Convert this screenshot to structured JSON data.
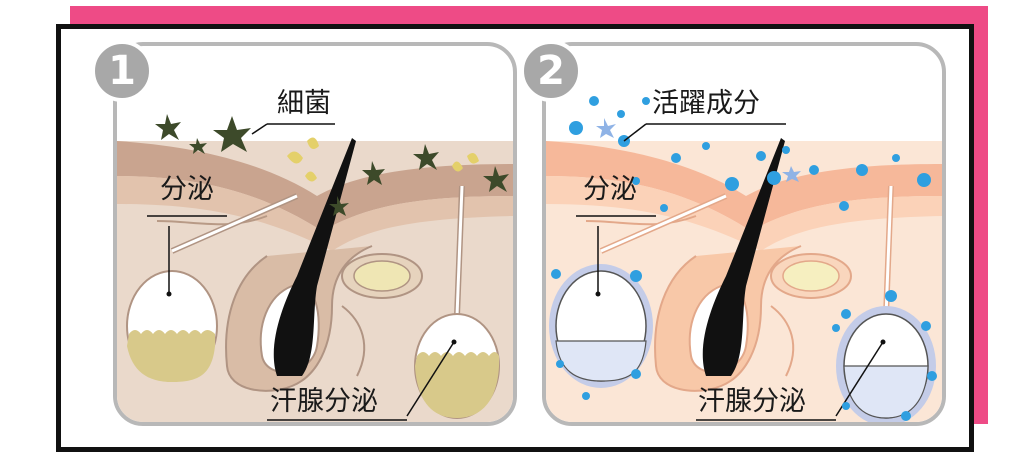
{
  "panels": [
    {
      "number": "1",
      "label_top": "細菌",
      "label_left": "分泌",
      "label_bottom": "汗腺分泌"
    },
    {
      "number": "2",
      "label_top": "活躍成分",
      "label_left": "分泌",
      "label_bottom": "汗腺分泌"
    }
  ],
  "colors": {
    "frame_accent": "#ee4b86",
    "bacteria": "#3d4a2a",
    "active_ingredient": "#2f9fe0",
    "sweat_dirty": "#d8c98a",
    "sweat_clean": "#dfe6f6"
  }
}
